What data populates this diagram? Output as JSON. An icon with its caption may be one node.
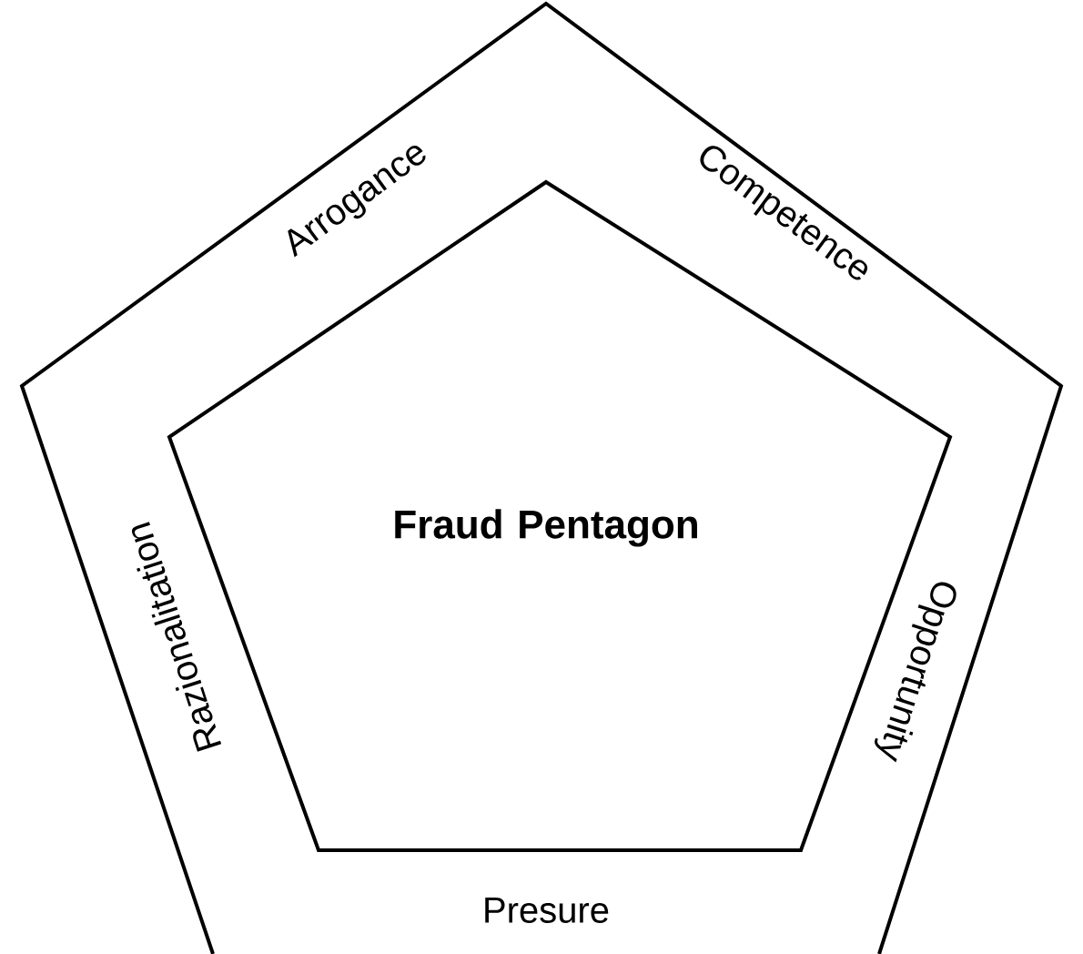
{
  "diagram": {
    "nodes": [
      {
        "text": [
          "Arrogance",
          "Competence",
          "Opportunity",
          "Presure",
          "Razionalitation"
        ]
      },
      {
        "text": [
          "Fraud Pentagon"
        ],
        "in": 0
      }
    ]
  }
}
